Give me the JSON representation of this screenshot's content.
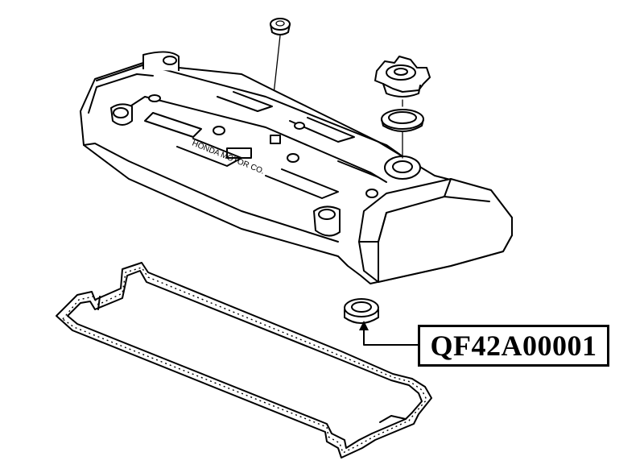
{
  "part_number": "QF42A00001",
  "cover_embossing": "HONDA MOTOR CO.",
  "colors": {
    "ink": "#000000",
    "background": "#ffffff"
  },
  "parts": [
    "grommet",
    "valve-cover",
    "oil-filler-cap",
    "oil-cap-seal",
    "spark-plug-tube-seal",
    "cover-gasket"
  ]
}
